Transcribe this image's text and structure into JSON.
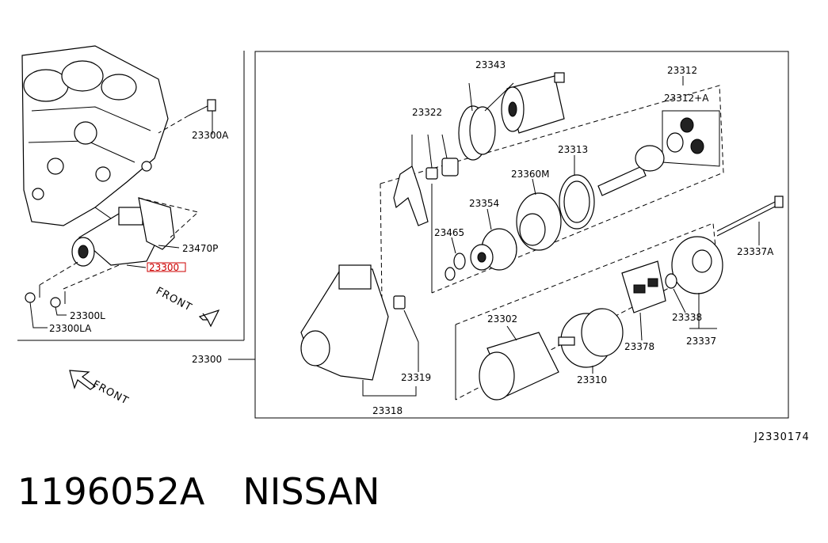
{
  "labels": {
    "p23343": "23343",
    "p23312": "23312",
    "p23312a": "23312+A",
    "p23322": "23322",
    "p23313": "23313",
    "p23360m": "23360M",
    "p23354": "23354",
    "p23465": "23465",
    "p23337a": "23337A",
    "p23300a": "23300A",
    "p23470p": "23470P",
    "p23300_hl": "23300",
    "p23300l": "23300L",
    "p23300la": "23300LA",
    "p23300": "23300",
    "p23302": "23302",
    "p23338": "23338",
    "p23337": "23337",
    "p23378": "23378",
    "p23310": "23310",
    "p23319": "23319",
    "p23318": "23318"
  },
  "front_labels": [
    "FRONT",
    "FRONT"
  ],
  "figure_ref": "J2330174",
  "footer": {
    "part_number": "1196052A",
    "brand": "NISSAN"
  },
  "colors": {
    "line": "#000000",
    "highlight": "#cc0000",
    "background": "#ffffff"
  }
}
